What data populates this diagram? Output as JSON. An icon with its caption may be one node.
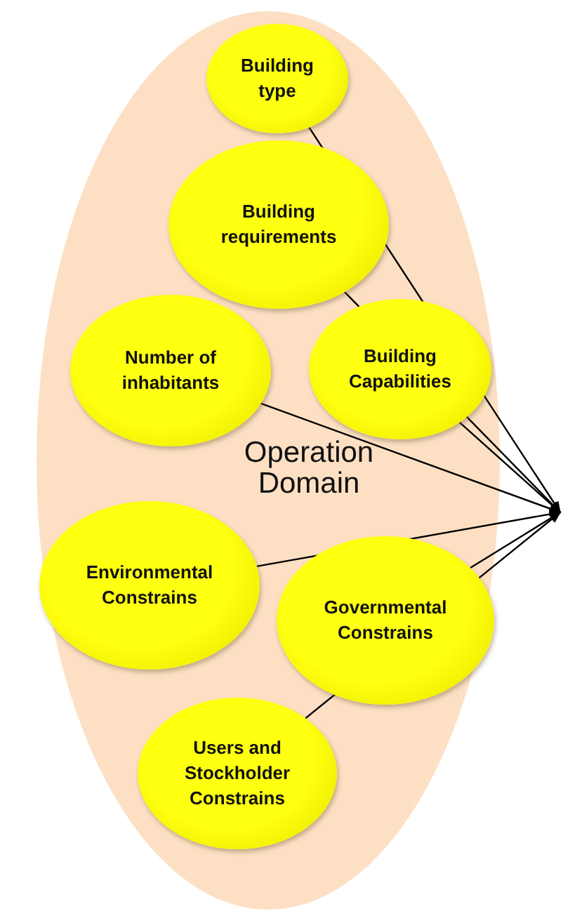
{
  "diagram": {
    "nodes": [
      {
        "text": [
          "Operation Domain"
        ]
      },
      {
        "text": [
          "Building type"
        ],
        "in": 0
      },
      {
        "text": [
          "Building requirements"
        ],
        "in": 0
      },
      {
        "text": [
          "Number of inhabitants"
        ],
        "in": 0
      },
      {
        "text": [
          "Building Capabilities"
        ],
        "in": 0
      },
      {
        "text": [
          "Environmental Constrains"
        ],
        "in": 0
      },
      {
        "text": [
          "Governmental Constrains"
        ],
        "in": 0
      },
      {
        "text": [
          "Users and Stockholder Constrains"
        ],
        "in": 0
      }
    ],
    "edges": [
      {
        "from": 1,
        "to": null,
        "arrow": "to"
      },
      {
        "from": 2,
        "to": null,
        "arrow": "to"
      },
      {
        "from": 3,
        "to": null,
        "arrow": "to"
      },
      {
        "from": 4,
        "to": null,
        "arrow": "to"
      },
      {
        "from": 5,
        "to": null,
        "arrow": "to"
      },
      {
        "from": 6,
        "to": null,
        "arrow": "to"
      },
      {
        "from": 7,
        "to": null,
        "arrow": "to"
      }
    ]
  }
}
